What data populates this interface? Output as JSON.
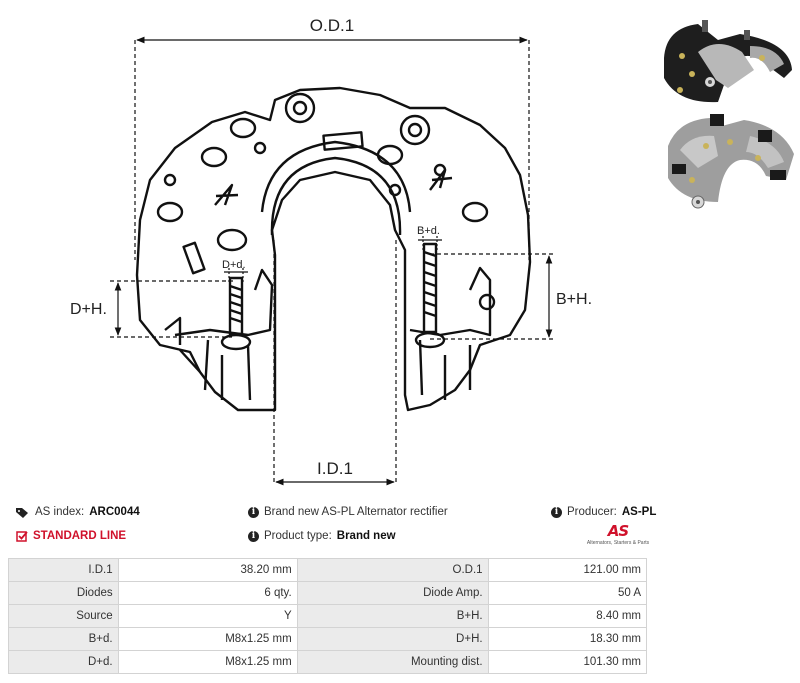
{
  "dimensions": {
    "od1": "O.D.1",
    "id1": "I.D.1",
    "dh": "D+H.",
    "bh": "B+H.",
    "dd": "D+d.",
    "bd": "B+d."
  },
  "info": {
    "as_index_label": "AS index:",
    "as_index_value": "ARC0044",
    "line": "STANDARD LINE",
    "brand_text": "Brand new AS-PL Alternator rectifier",
    "product_type_label": "Product type:",
    "product_type_value": "Brand new",
    "producer_label": "Producer:",
    "producer_value": "AS-PL"
  },
  "logo": {
    "mark": "AS",
    "tagline": "Alternators, Starters & Parts"
  },
  "specs": [
    {
      "l1": "I.D.1",
      "v1": "38.20 mm",
      "l2": "O.D.1",
      "v2": "121.00 mm"
    },
    {
      "l1": "Diodes",
      "v1": "6 qty.",
      "l2": "Diode Amp.",
      "v2": "50 A"
    },
    {
      "l1": "Source",
      "v1": "Y",
      "l2": "B+H.",
      "v2": "8.40 mm"
    },
    {
      "l1": "B+d.",
      "v1": "M8x1.25 mm",
      "l2": "D+H.",
      "v2": "18.30 mm"
    },
    {
      "l1": "D+d.",
      "v1": "M8x1.25 mm",
      "l2": "Mounting dist.",
      "v2": "101.30 mm"
    }
  ],
  "colors": {
    "accent": "#d0112b",
    "label_cell": "#ebebeb",
    "border": "#d3d3d3"
  }
}
